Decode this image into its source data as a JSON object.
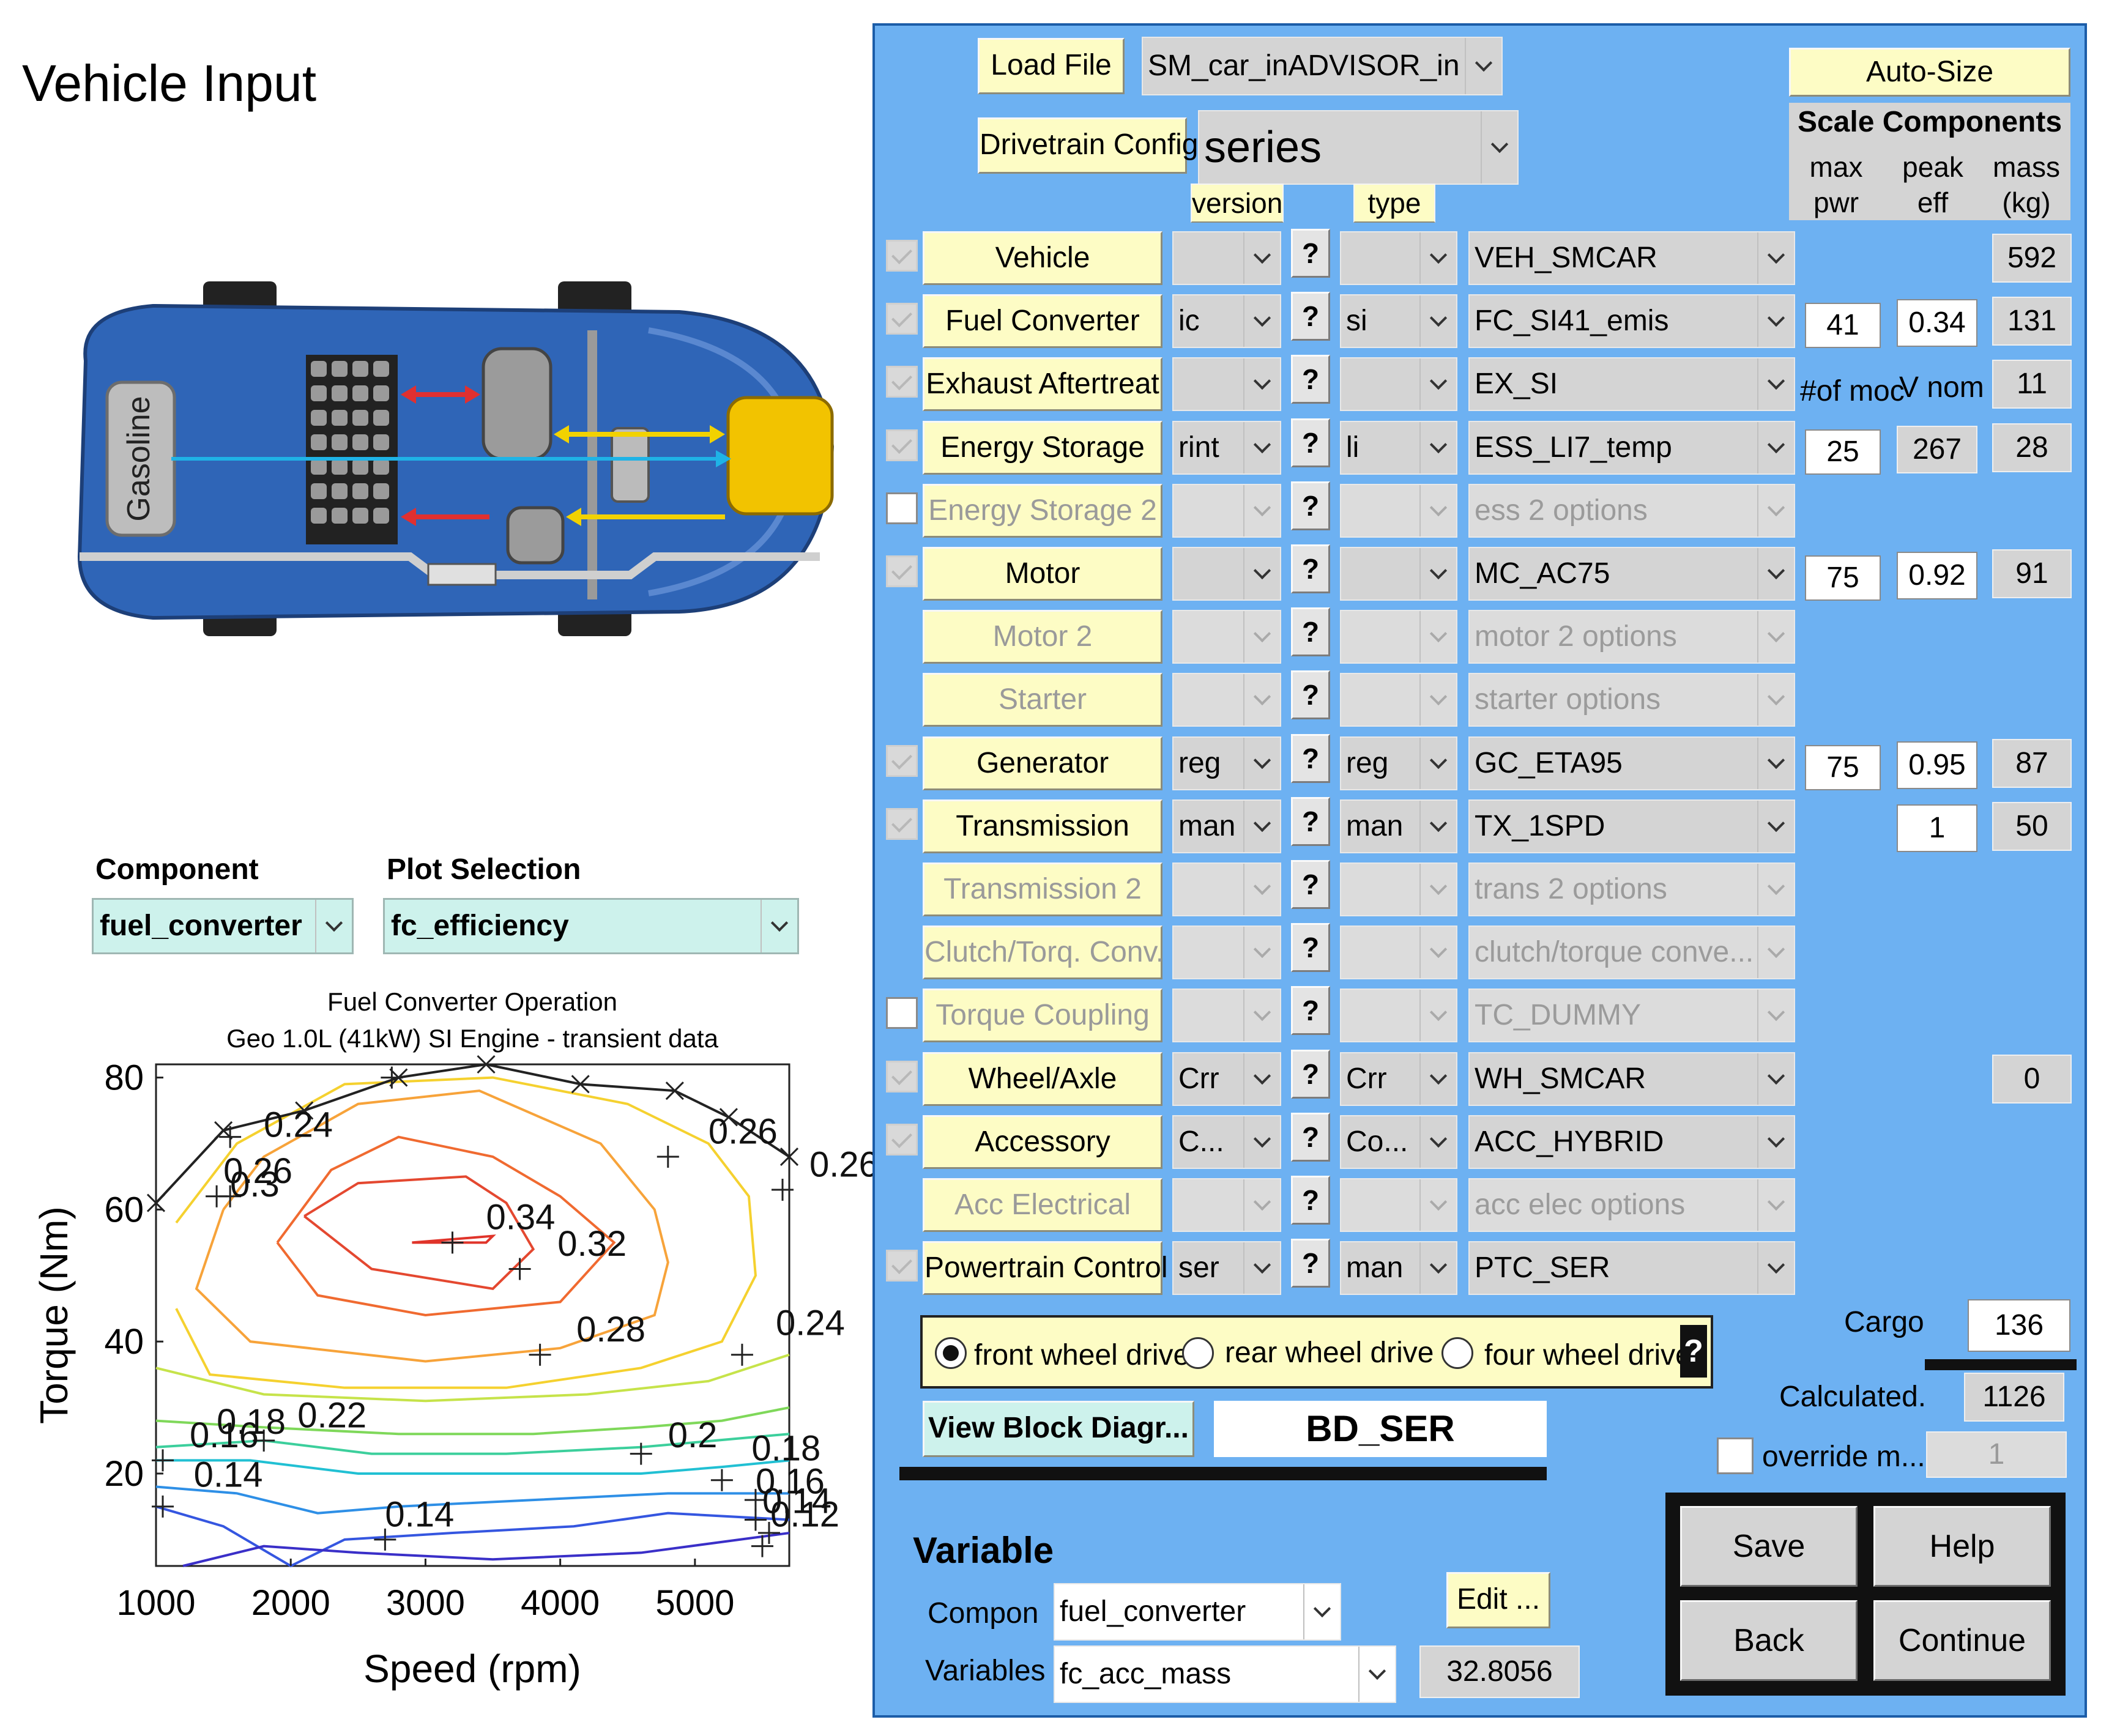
{
  "window": {
    "title": "Vehicle Input"
  },
  "left": {
    "component_label": "Component",
    "component_value": "fuel_converter",
    "plot_label": "Plot Selection",
    "plot_value": "fc_efficiency",
    "gasoline_label": "Gasoline"
  },
  "chart_data": {
    "type": "contour",
    "title": "Fuel Converter Operation",
    "subtitle": "Geo 1.0L (41kW) SI Engine - transient data",
    "xlabel": "Speed (rpm)",
    "ylabel": "Torque (Nm)",
    "xlim": [
      1000,
      5700
    ],
    "ylim": [
      6,
      82
    ],
    "xticks": [
      "1000",
      "2000",
      "3000",
      "4000",
      "5000"
    ],
    "yticks": [
      "20",
      "40",
      "60",
      "80"
    ],
    "contour_labels": [
      {
        "text": "0.24",
        "x": 1800,
        "y": 71
      },
      {
        "text": "0.26",
        "x": 1500,
        "y": 64
      },
      {
        "text": "0.3",
        "x": 1550,
        "y": 62
      },
      {
        "text": "0.26",
        "x": 5100,
        "y": 70
      },
      {
        "text": "0.26",
        "x": 5850,
        "y": 65
      },
      {
        "text": "0.34",
        "x": 3450,
        "y": 57
      },
      {
        "text": "0.32",
        "x": 3980,
        "y": 53
      },
      {
        "text": "0.28",
        "x": 4120,
        "y": 40
      },
      {
        "text": "0.24",
        "x": 5600,
        "y": 41
      },
      {
        "text": "0.22",
        "x": 2050,
        "y": 27
      },
      {
        "text": "0.18",
        "x": 1450,
        "y": 26
      },
      {
        "text": "0.16",
        "x": 1250,
        "y": 24
      },
      {
        "text": "0.14",
        "x": 1280,
        "y": 18
      },
      {
        "text": "0.2",
        "x": 4800,
        "y": 24
      },
      {
        "text": "0.18",
        "x": 5420,
        "y": 22
      },
      {
        "text": "0.16",
        "x": 5450,
        "y": 17
      },
      {
        "text": "0.14",
        "x": 5500,
        "y": 14
      },
      {
        "text": "0.12",
        "x": 5560,
        "y": 12
      },
      {
        "text": "0.14",
        "x": 2700,
        "y": 12
      }
    ],
    "max_torque_curve": [
      [
        1000,
        61
      ],
      [
        1500,
        72
      ],
      [
        2100,
        75
      ],
      [
        2800,
        80
      ],
      [
        3450,
        82
      ],
      [
        4150,
        79
      ],
      [
        4850,
        78
      ],
      [
        5250,
        74
      ],
      [
        5700,
        68
      ]
    ],
    "contours": [
      {
        "level": 0.34,
        "color": "#e0342a",
        "points": [
          [
            2900,
            55
          ],
          [
            3500,
            56
          ],
          [
            3450,
            55
          ],
          [
            2900,
            55
          ]
        ]
      },
      {
        "level": 0.32,
        "color": "#e44830",
        "points": [
          [
            2100,
            59
          ],
          [
            2500,
            64
          ],
          [
            3300,
            65
          ],
          [
            3600,
            61
          ],
          [
            3800,
            54
          ],
          [
            3500,
            48
          ],
          [
            2600,
            51
          ],
          [
            2100,
            59
          ]
        ]
      },
      {
        "level": 0.3,
        "color": "#f06a30",
        "points": [
          [
            1900,
            55
          ],
          [
            2300,
            66
          ],
          [
            2800,
            71
          ],
          [
            3500,
            68
          ],
          [
            4000,
            62
          ],
          [
            4400,
            55
          ],
          [
            4000,
            46
          ],
          [
            3000,
            44
          ],
          [
            2200,
            47
          ],
          [
            1900,
            55
          ]
        ]
      },
      {
        "level": 0.28,
        "color": "#f7a33a",
        "points": [
          [
            1500,
            60
          ],
          [
            1800,
            68
          ],
          [
            2500,
            76
          ],
          [
            3400,
            78
          ],
          [
            4300,
            70
          ],
          [
            4700,
            60
          ],
          [
            4800,
            52
          ],
          [
            4700,
            44
          ],
          [
            4000,
            39
          ],
          [
            3000,
            37
          ],
          [
            1700,
            40
          ],
          [
            1300,
            48
          ],
          [
            1500,
            60
          ]
        ]
      },
      {
        "level": 0.26,
        "color": "#f5d12f",
        "points": [
          [
            1150,
            58
          ],
          [
            1600,
            70
          ],
          [
            2400,
            79
          ],
          [
            3500,
            80
          ],
          [
            4500,
            76
          ],
          [
            5100,
            70
          ],
          [
            5400,
            62
          ],
          [
            5450,
            50
          ],
          [
            5200,
            40
          ],
          [
            4600,
            36
          ],
          [
            3600,
            33
          ],
          [
            2400,
            33
          ],
          [
            1400,
            35
          ],
          [
            1150,
            45
          ]
        ]
      },
      {
        "level": 0.24,
        "color": "#c6e34a",
        "points": [
          [
            1000,
            36
          ],
          [
            1800,
            32
          ],
          [
            3000,
            31
          ],
          [
            4200,
            32
          ],
          [
            5100,
            34
          ],
          [
            5700,
            38
          ]
        ]
      },
      {
        "level": 0.22,
        "color": "#7fd85a",
        "points": [
          [
            1000,
            28
          ],
          [
            1800,
            27
          ],
          [
            2800,
            26
          ],
          [
            3800,
            26
          ],
          [
            4600,
            27
          ],
          [
            5200,
            28
          ],
          [
            5700,
            30
          ]
        ]
      },
      {
        "level": 0.2,
        "color": "#3ccf9c",
        "points": [
          [
            1000,
            24
          ],
          [
            1800,
            25
          ],
          [
            2600,
            23
          ],
          [
            3600,
            23
          ],
          [
            4600,
            24
          ],
          [
            5700,
            26
          ]
        ]
      },
      {
        "level": 0.18,
        "color": "#21c0d3",
        "points": [
          [
            1000,
            22
          ],
          [
            1700,
            22
          ],
          [
            2500,
            20
          ],
          [
            3600,
            20
          ],
          [
            4600,
            20
          ],
          [
            5200,
            21
          ],
          [
            5700,
            22
          ]
        ]
      },
      {
        "level": 0.16,
        "color": "#2e8fe6",
        "points": [
          [
            1000,
            18
          ],
          [
            1600,
            17
          ],
          [
            2200,
            14
          ],
          [
            2800,
            15
          ],
          [
            3800,
            16
          ],
          [
            4800,
            17
          ],
          [
            5300,
            17
          ],
          [
            5700,
            17
          ]
        ]
      },
      {
        "level": 0.14,
        "color": "#3556e0",
        "points": [
          [
            1000,
            15
          ],
          [
            1500,
            12
          ],
          [
            2000,
            6
          ],
          [
            2400,
            10
          ],
          [
            3200,
            11
          ],
          [
            4100,
            12
          ],
          [
            4800,
            14
          ],
          [
            5700,
            13
          ]
        ]
      },
      {
        "level": 0.12,
        "color": "#3a2fc8",
        "points": [
          [
            1200,
            6
          ],
          [
            1800,
            9
          ],
          [
            2500,
            8
          ],
          [
            3500,
            7
          ],
          [
            4600,
            8
          ],
          [
            5700,
            11
          ]
        ]
      }
    ],
    "markers_x": [
      [
        1000,
        61
      ],
      [
        1500,
        72
      ],
      [
        2100,
        75
      ],
      [
        2800,
        80
      ],
      [
        3450,
        82
      ],
      [
        4150,
        79
      ],
      [
        4850,
        78
      ],
      [
        5250,
        74
      ],
      [
        5700,
        68
      ]
    ],
    "markers_plus": [
      [
        1550,
        71
      ],
      [
        1550,
        62
      ],
      [
        1450,
        62
      ],
      [
        2750,
        80
      ],
      [
        3200,
        55
      ],
      [
        3700,
        51
      ],
      [
        3850,
        38
      ],
      [
        5350,
        38
      ],
      [
        1800,
        25
      ],
      [
        4600,
        23
      ],
      [
        1050,
        22
      ],
      [
        1050,
        15
      ],
      [
        5200,
        19
      ],
      [
        5450,
        16
      ],
      [
        5450,
        13
      ],
      [
        5550,
        11
      ],
      [
        5500,
        9
      ],
      [
        2700,
        10
      ],
      [
        5650,
        63
      ],
      [
        4800,
        68
      ]
    ]
  },
  "panel": {
    "load_file_label": "Load File",
    "load_file_value": "SM_car_inADVISOR_in",
    "drivetrain_label": "Drivetrain Config",
    "drivetrain_value": "series",
    "version_header": "version",
    "type_header": "type",
    "autosize_label": "Auto-Size",
    "scale_title": "Scale Components",
    "col_max_pwr": "max\npwr",
    "col_peak_eff": "peak\neff",
    "col_mass": "mass\n(kg)",
    "mid_headers": [
      "#of moc",
      "V nom"
    ],
    "rows": [
      {
        "label": "Vehicle",
        "checked": true,
        "enabled": true,
        "version": "",
        "type": "",
        "file": "VEH_SMCAR",
        "c1": "",
        "c2": "",
        "mass": "592"
      },
      {
        "label": "Fuel Converter",
        "checked": true,
        "enabled": true,
        "version": "ic",
        "type": "si",
        "file": "FC_SI41_emis",
        "c1": "41",
        "c2": "0.34",
        "mass": "131"
      },
      {
        "label": "Exhaust Aftertreat",
        "checked": true,
        "enabled": true,
        "version": "",
        "type": "",
        "file": "EX_SI",
        "c1": "",
        "c2": "",
        "mass": "11"
      },
      {
        "label": "Energy Storage",
        "checked": true,
        "enabled": true,
        "version": "rint",
        "type": "li",
        "file": "ESS_LI7_temp",
        "c1": "25",
        "c2": "267",
        "mass": "28"
      },
      {
        "label": "Energy Storage 2",
        "checked": false,
        "enabled": false,
        "version": "",
        "type": "",
        "file": "ess 2 options",
        "c1": "",
        "c2": "",
        "mass": ""
      },
      {
        "label": "Motor",
        "checked": true,
        "enabled": true,
        "version": "",
        "type": "",
        "file": "MC_AC75",
        "c1": "75",
        "c2": "0.92",
        "mass": "91"
      },
      {
        "label": "Motor 2",
        "checked": null,
        "enabled": false,
        "version": "",
        "type": "",
        "file": "motor 2 options",
        "c1": "",
        "c2": "",
        "mass": ""
      },
      {
        "label": "Starter",
        "checked": null,
        "enabled": false,
        "version": "",
        "type": "",
        "file": "starter options",
        "c1": "",
        "c2": "",
        "mass": ""
      },
      {
        "label": "Generator",
        "checked": true,
        "enabled": true,
        "version": "reg",
        "type": "reg",
        "file": "GC_ETA95",
        "c1": "75",
        "c2": "0.95",
        "mass": "87"
      },
      {
        "label": "Transmission",
        "checked": true,
        "enabled": true,
        "version": "man",
        "type": "man",
        "file": "TX_1SPD",
        "c1": "",
        "c2": "1",
        "mass": "50"
      },
      {
        "label": "Transmission 2",
        "checked": null,
        "enabled": false,
        "version": "",
        "type": "",
        "file": "trans 2 options",
        "c1": "",
        "c2": "",
        "mass": ""
      },
      {
        "label": "Clutch/Torq. Conv.",
        "checked": null,
        "enabled": false,
        "version": "",
        "type": "",
        "file": "clutch/torque conve...",
        "c1": "",
        "c2": "",
        "mass": ""
      },
      {
        "label": "Torque Coupling",
        "checked": false,
        "enabled": false,
        "version": "",
        "type": "",
        "file": "TC_DUMMY",
        "c1": "",
        "c2": "",
        "mass": ""
      },
      {
        "label": "Wheel/Axle",
        "checked": true,
        "enabled": true,
        "version": "Crr",
        "type": "Crr",
        "file": "WH_SMCAR",
        "c1": "",
        "c2": "",
        "mass": "0"
      },
      {
        "label": "Accessory",
        "checked": true,
        "enabled": true,
        "version": "C...",
        "type": "Co...",
        "file": "ACC_HYBRID",
        "c1": "",
        "c2": "",
        "mass": ""
      },
      {
        "label": "Acc Electrical",
        "checked": null,
        "enabled": false,
        "version": "",
        "type": "",
        "file": "acc elec options",
        "c1": "",
        "c2": "",
        "mass": ""
      },
      {
        "label": "Powertrain Control",
        "checked": true,
        "enabled": true,
        "version": "ser",
        "type": "man",
        "file": "PTC_SER",
        "c1": "",
        "c2": "",
        "mass": ""
      }
    ],
    "qmark": "?",
    "drive": {
      "options": [
        "front wheel drive",
        "rear wheel drive",
        "four wheel drive"
      ],
      "selected": 0,
      "help": "?"
    },
    "view_block_label": "View Block Diagr...",
    "block_name": "BD_SER",
    "cargo_label": "Cargo",
    "cargo_value": "136",
    "calculated_label": "Calculated.",
    "calculated_value": "1126",
    "override_label": "override m...",
    "override_value": "1",
    "variable_title": "Variable",
    "compon_label": "Compon",
    "compon_value": "fuel_converter",
    "variables_label": "Variables",
    "variables_value": "fc_acc_mass",
    "edit_label": "Edit ...",
    "variable_value": "32.8056",
    "buttons": {
      "save": "Save",
      "help": "Help",
      "back": "Back",
      "continue": "Continue"
    }
  }
}
